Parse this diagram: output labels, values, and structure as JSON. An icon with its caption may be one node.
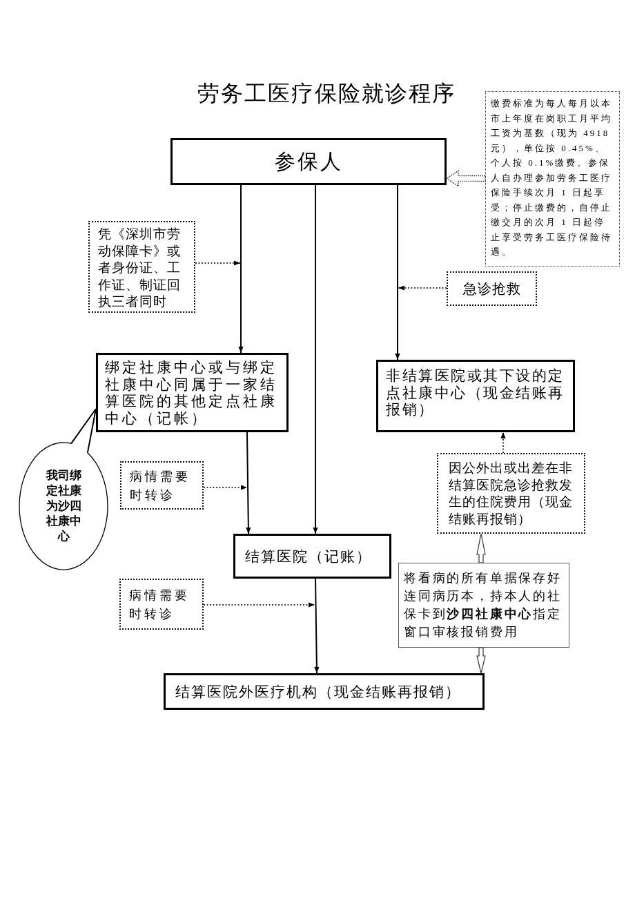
{
  "diagram": {
    "title": "劳务工医疗保险就诊程序",
    "nodes": [
      {
        "text": [
          "参保人"
        ]
      },
      {
        "text": [
          "缴费标准为每人每月以本市上年度在岗职工月平均工资为基数（现为 4918 元），单位按 0.45%、个人按 0.1%缴费。参保人自办理参加劳务工医疗保险手续次月 1 日起享受；停止缴费的，自停止缴交月的次月 1 日起停止享受劳务工医疗保险待遇。"
        ]
      },
      {
        "text": [
          "凭《深圳市劳动保障卡》或者身份证、工作证、制证回执三者同时"
        ]
      },
      {
        "text": [
          "急诊抢救"
        ]
      },
      {
        "text": [
          "绑定社康中心或与绑定社康中心同属于一家结算医院的其他定点社康中心（记帐）"
        ]
      },
      {
        "text": [
          "非结算医院或其下设的定点社康中心（现金结账再报销）"
        ]
      },
      {
        "text": [
          "我司绑定社康为沙四社康中心"
        ]
      },
      {
        "text": [
          "病情需要时转诊"
        ]
      },
      {
        "text": [
          "因公外出或出差在非结算医院急诊抢救发生的住院费用（现金结账再报销）"
        ]
      },
      {
        "text": [
          "结算医院（记账）"
        ]
      },
      {
        "text": [
          "将看病的所有单据保存好连同病历本，持本人的社保卡到**沙四社康中心**指定窗口审核报销费用"
        ]
      },
      {
        "text": [
          "病情需要时转诊"
        ]
      },
      {
        "text": [
          "结算医院外医疗机构（现金结账再报销）"
        ]
      }
    ],
    "edges": [
      {
        "from": 0,
        "to": 4,
        "arrow": "to"
      },
      {
        "from": 0,
        "to": 9,
        "arrow": "to"
      },
      {
        "from": 0,
        "to": 5,
        "arrow": "to"
      },
      {
        "from": 4,
        "to": 9,
        "arrow": "to"
      },
      {
        "from": 9,
        "to": 12,
        "arrow": "to"
      },
      {
        "from": 1,
        "to": 0,
        "arrow": "to",
        "style": "dashed"
      },
      {
        "from": 2,
        "to": null,
        "arrow": "to",
        "style": "dashed"
      },
      {
        "from": 3,
        "to": null,
        "arrow": "to",
        "style": "dashed"
      },
      {
        "from": 7,
        "to": null,
        "arrow": "to",
        "style": "dashed"
      },
      {
        "from": 8,
        "to": 5,
        "arrow": "to",
        "style": "dashed"
      },
      {
        "from": 10,
        "to": 8,
        "arrow": "to"
      },
      {
        "from": 10,
        "to": 12,
        "arrow": "to"
      },
      {
        "from": 11,
        "to": null,
        "arrow": "to",
        "style": "dashed"
      },
      {
        "from": 6,
        "to": 4,
        "arrow": "none"
      }
    ]
  }
}
